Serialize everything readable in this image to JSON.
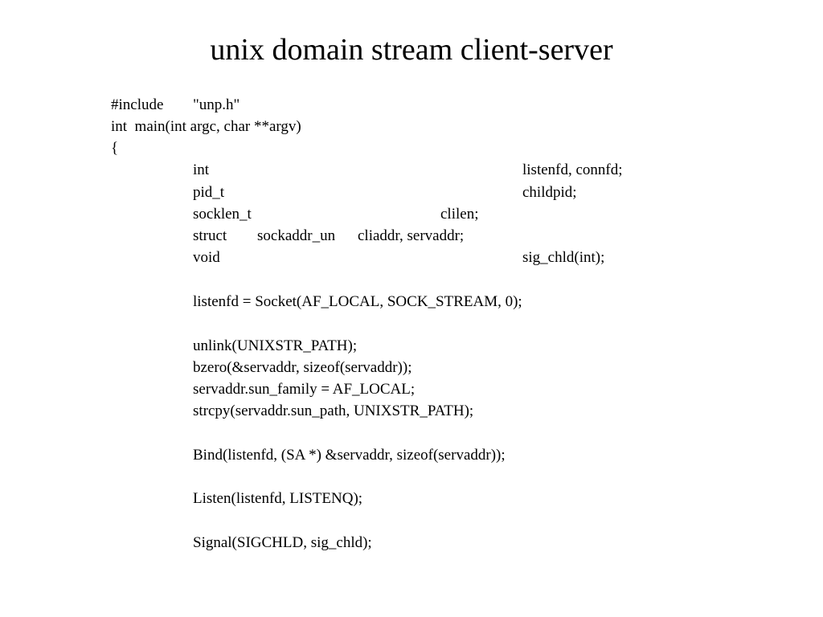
{
  "title": "unix domain stream client-server",
  "code": {
    "include_directive": "#include",
    "include_file": "\"unp.h\"",
    "main_signature": "int  main(int argc, char **argv)",
    "open_brace": "{",
    "decl_int_type": "int",
    "decl_int_vars": "listenfd, connfd;",
    "decl_pid_type": "pid_t",
    "decl_pid_vars": "childpid;",
    "decl_socklen_type": "socklen_t",
    "decl_socklen_vars": "clilen;",
    "decl_struct_keyword": "struct",
    "decl_struct_type": "sockaddr_un",
    "decl_struct_vars": "cliaddr, servaddr;",
    "decl_void_type": "void",
    "decl_void_vars": "sig_chld(int);",
    "socket_call": "listenfd = Socket(AF_LOCAL, SOCK_STREAM, 0);",
    "unlink_call": "unlink(UNIXSTR_PATH);",
    "bzero_call": "bzero(&servaddr, sizeof(servaddr));",
    "family_assign": "servaddr.sun_family = AF_LOCAL;",
    "strcpy_call": "strcpy(servaddr.sun_path, UNIXSTR_PATH);",
    "bind_call": "Bind(listenfd, (SA *) &servaddr, sizeof(servaddr));",
    "listen_call": "Listen(listenfd, LISTENQ);",
    "signal_call": "Signal(SIGCHLD, sig_chld);"
  }
}
